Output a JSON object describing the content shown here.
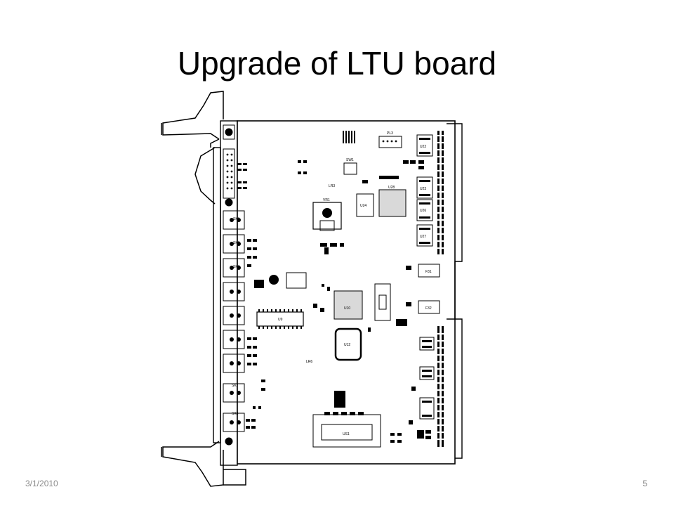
{
  "slide": {
    "title": "Upgrade of LTU board",
    "date": "3/1/2010",
    "page_number": "5"
  },
  "board": {
    "labels": {
      "pl3": "PL3",
      "vr1": "VR1",
      "u10": "U10",
      "u12": "U12",
      "u24": "U24",
      "u28": "U28",
      "u9": "U9",
      "sw1": "SW1",
      "f31": "F31",
      "f32": "F32",
      "sk1": "SK1",
      "sk2": "SK2",
      "sk3": "SK3",
      "sk7": "SK7",
      "sk8": "SK8",
      "lr3": "LR3",
      "lr6": "LR6",
      "u22": "U22",
      "u23": "U23",
      "u26": "U26",
      "u27": "U27",
      "us1": "US1"
    }
  }
}
